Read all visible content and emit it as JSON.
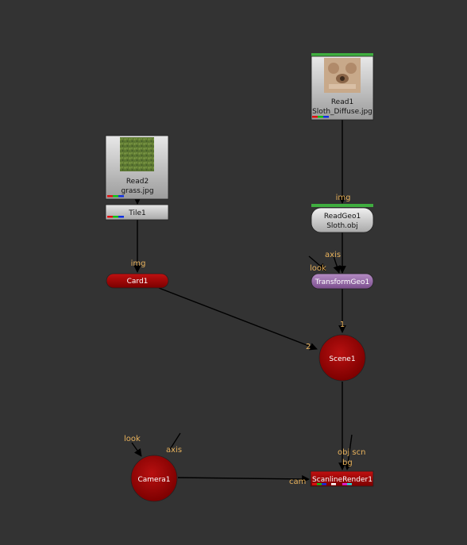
{
  "app": {
    "title": "Node Graph"
  },
  "colors": {
    "background": "#333333",
    "edge": "#000000",
    "pin_label": "#e8b25c",
    "read_top_bar": "#3fae3f",
    "card_red": "#a00000",
    "transform_purple": "#9a6ba9",
    "scene_red": "#9a0000"
  },
  "nodes": {
    "read1": {
      "name": "Read1",
      "file": "Sloth_Diffuse.jpg",
      "thumbnail": "sloth-texture"
    },
    "read2": {
      "name": "Read2",
      "file": "grass.jpg",
      "thumbnail": "grass-texture"
    },
    "tile1": {
      "name": "Tile1"
    },
    "readgeo1": {
      "name": "ReadGeo1",
      "file": "Sloth.obj"
    },
    "card1": {
      "name": "Card1"
    },
    "transformgeo1": {
      "name": "TransformGeo1"
    },
    "scene1": {
      "name": "Scene1"
    },
    "camera1": {
      "name": "Camera1"
    },
    "scanlinerender1": {
      "name": "ScanlineRender1"
    }
  },
  "pins": {
    "readgeo_img": "img",
    "card_img": "img",
    "transform_axis": "axis",
    "transform_look": "look",
    "scene_input1": "1",
    "scene_input2": "2",
    "camera_look": "look",
    "camera_axis": "axis",
    "render_obj_scn": "obj scn",
    "render_bg": "bg",
    "render_cam": "cam"
  }
}
